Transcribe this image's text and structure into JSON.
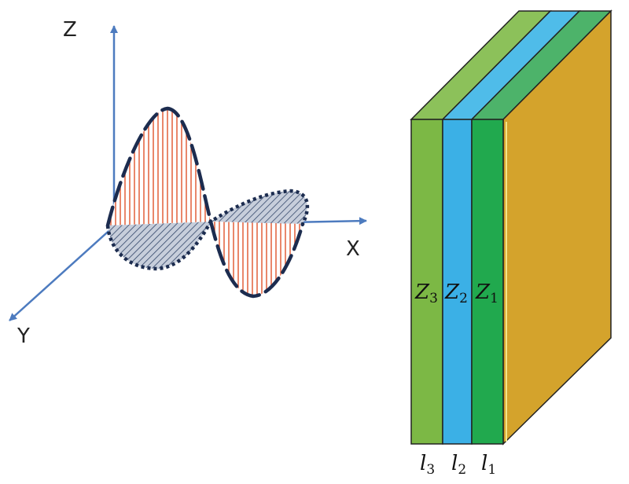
{
  "wave_plot": {
    "axes": {
      "x_label": "X",
      "y_label": "Y",
      "z_label": "Z"
    }
  },
  "layer_stack": {
    "layers": [
      {
        "impedance_symbol": "Z",
        "impedance_index": "3",
        "length_symbol": "l",
        "length_index": "3",
        "color": "#7cb845"
      },
      {
        "impedance_symbol": "Z",
        "impedance_index": "2",
        "length_symbol": "l",
        "length_index": "2",
        "color": "#3bb0e6"
      },
      {
        "impedance_symbol": "Z",
        "impedance_index": "1",
        "length_symbol": "l",
        "length_index": "1",
        "color": "#21a94e"
      }
    ],
    "backing_color": "#d4a32c"
  },
  "colors": {
    "axis": "#4d7bbf",
    "wave_outline": "#1c2c4f",
    "electric_hatch": "#e0542c",
    "magnetic_fill": "#c7cedb",
    "magnetic_hatch": "#34476a"
  }
}
